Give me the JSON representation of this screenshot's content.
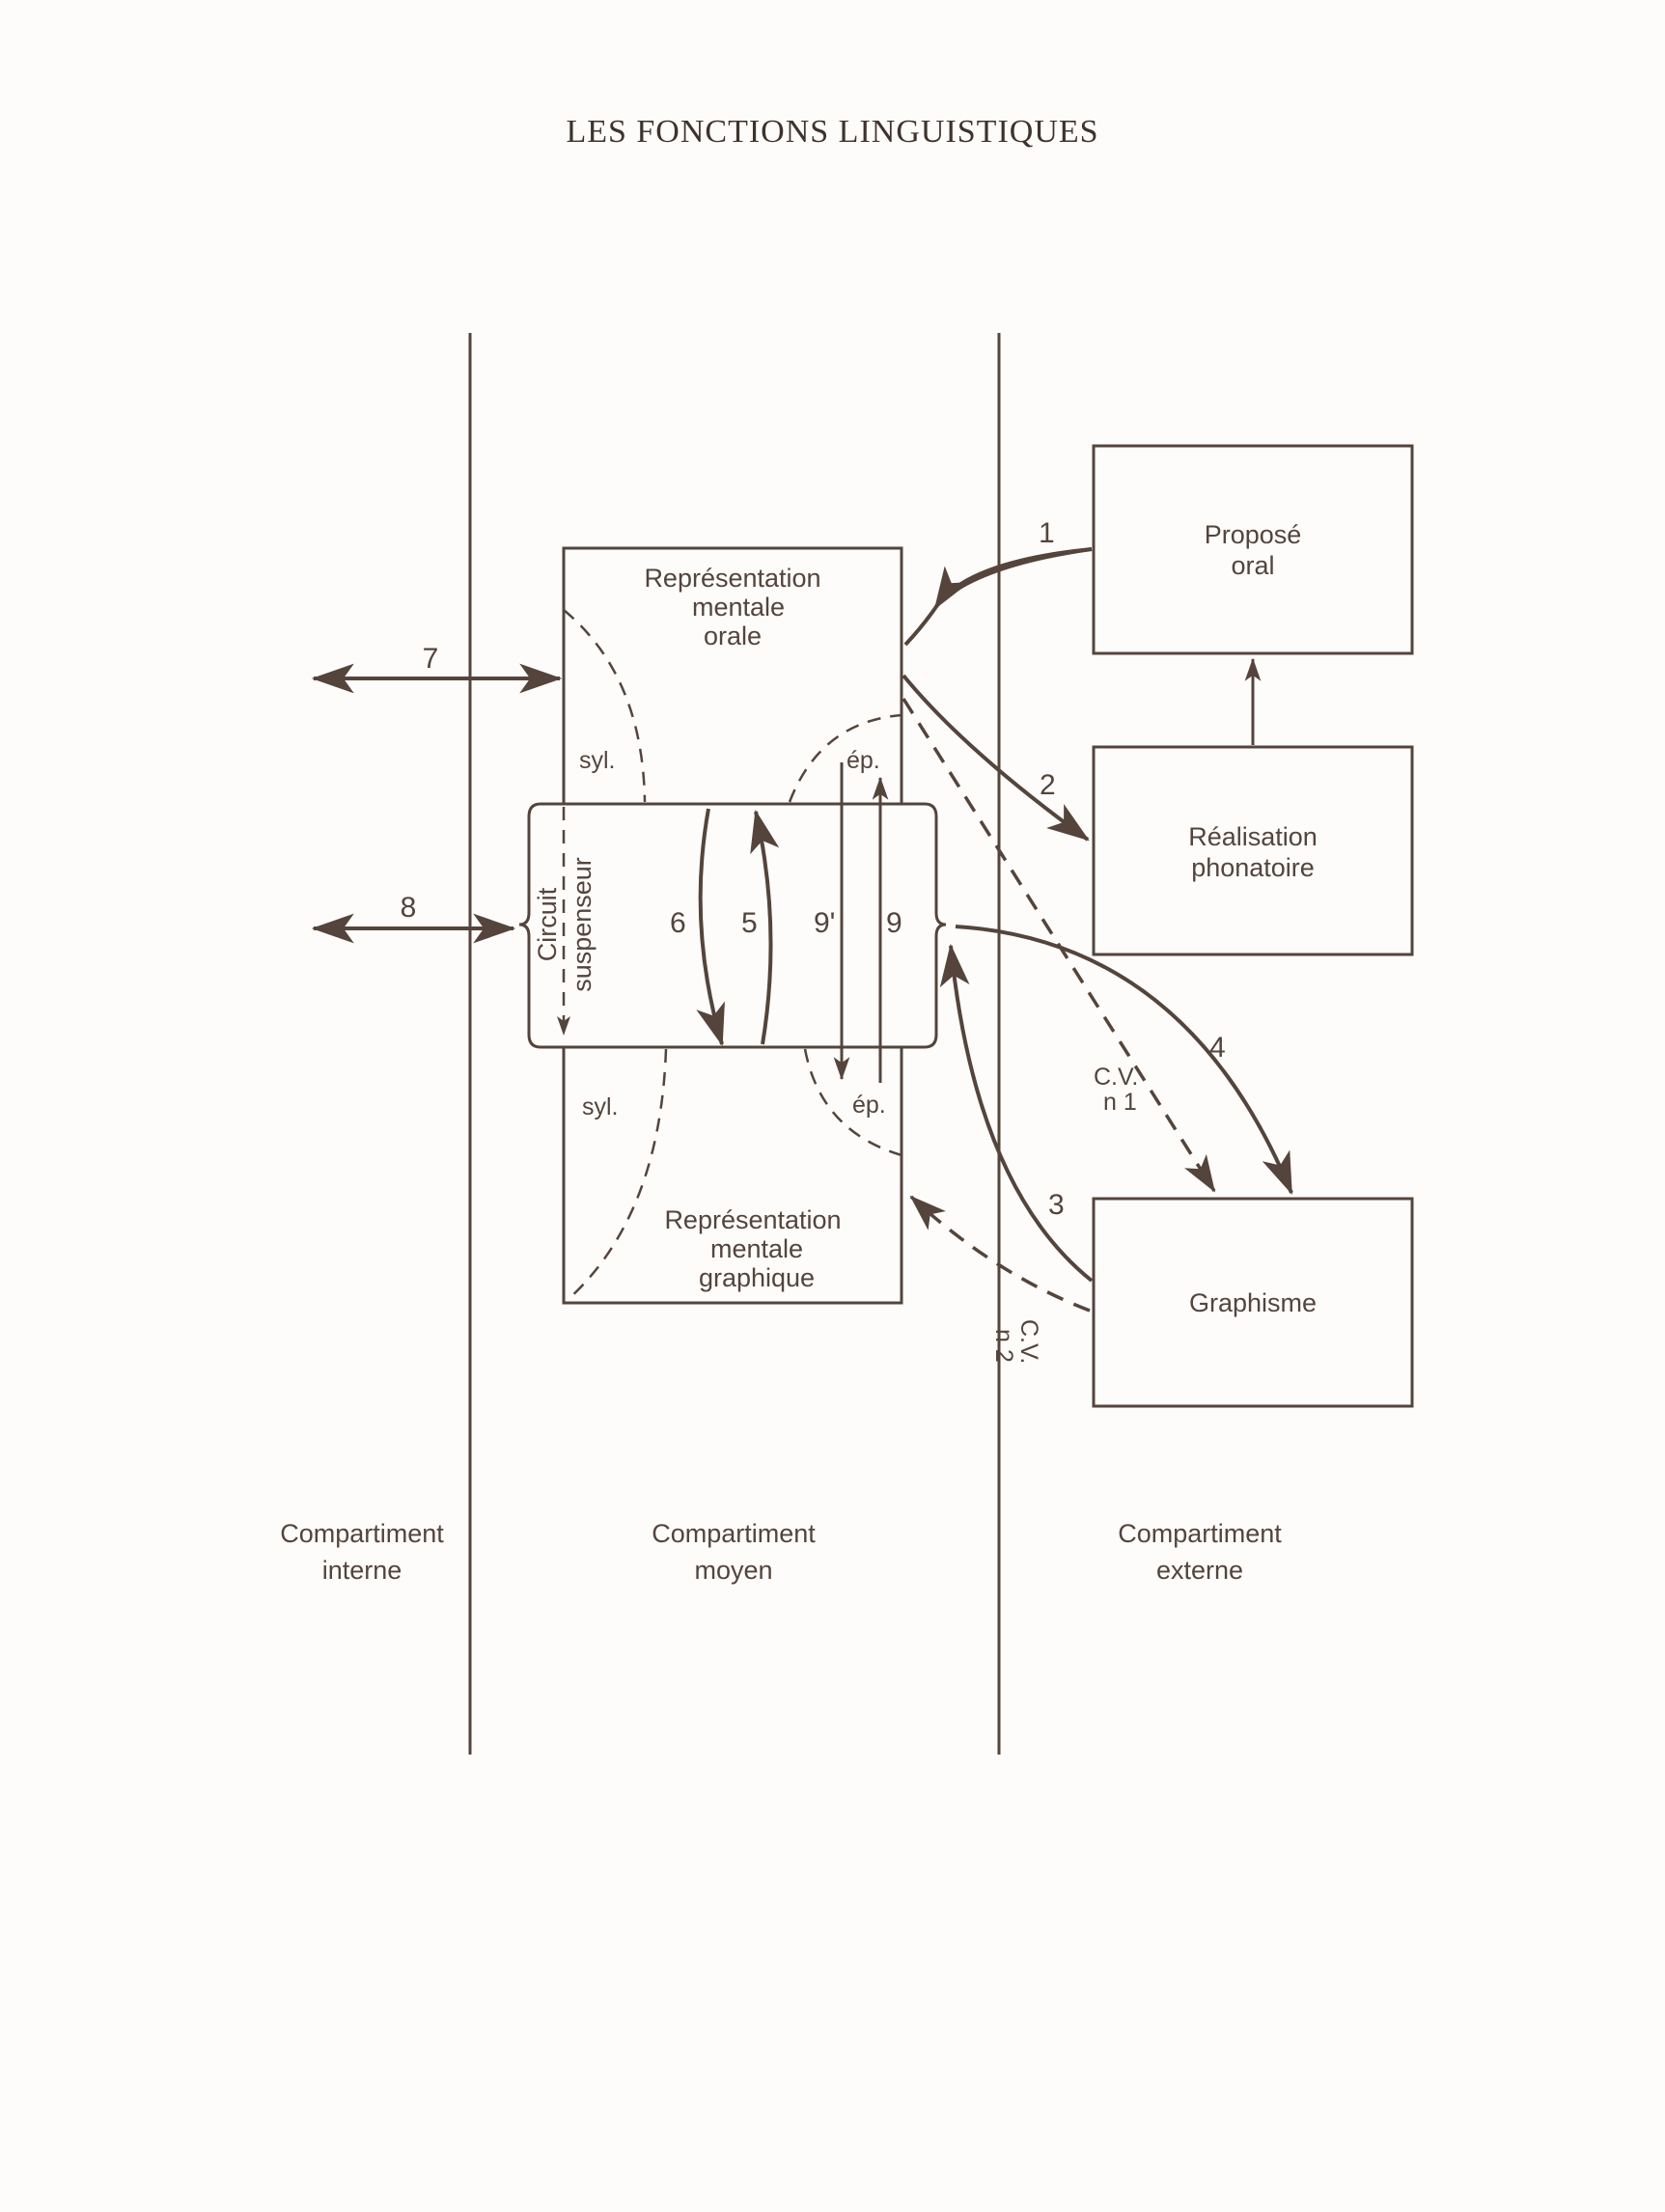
{
  "page_title": "LES FONCTIONS LINGUISTIQUES",
  "boxes": {
    "propose_oral": [
      "Proposé",
      "oral"
    ],
    "realisation_phonatoire": [
      "Réalisation",
      "phonatoire"
    ],
    "graphisme": [
      "Graphisme"
    ],
    "rep_orale": [
      "Représentation",
      "mentale",
      "orale"
    ],
    "rep_graphique": [
      "Représentation",
      "mentale",
      "graphique"
    ],
    "circuit_suspenseur": [
      "Circuit",
      "suspenseur"
    ]
  },
  "arrow_numbers": {
    "n1": "1",
    "n2": "2",
    "n3": "3",
    "n4": "4",
    "n5": "5",
    "n6": "6",
    "n7": "7",
    "n8": "8",
    "n9": "9",
    "n9p": "9'"
  },
  "labels": {
    "syl_top": "syl.",
    "syl_bottom": "syl.",
    "ep_top": "ép.",
    "ep_bottom": "ép.",
    "cv1": [
      "C.V.",
      "n 1"
    ],
    "cv2": [
      "C.V.",
      "n 2"
    ]
  },
  "compartments": {
    "interne": [
      "Compartiment",
      "interne"
    ],
    "moyen": [
      "Compartiment",
      "moyen"
    ],
    "externe": [
      "Compartiment",
      "externe"
    ]
  }
}
